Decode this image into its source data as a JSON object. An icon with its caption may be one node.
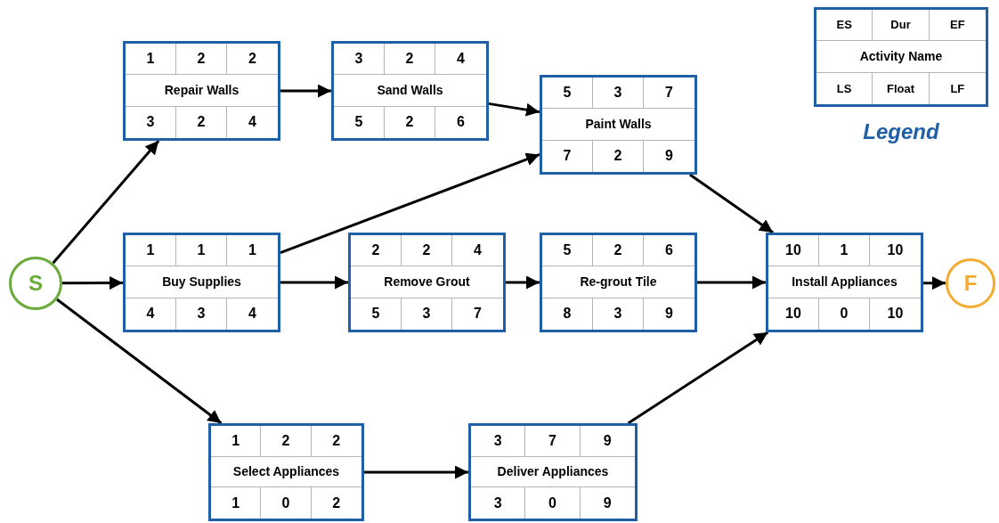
{
  "diagram": {
    "nodes": [
      {
        "text": [
          "S"
        ]
      },
      {
        "text": [
          "1",
          "2",
          "2",
          "Repair Walls",
          "3",
          "2",
          "4"
        ]
      },
      {
        "text": [
          "3",
          "2",
          "4",
          "Sand Walls",
          "5",
          "2",
          "6"
        ]
      },
      {
        "text": [
          "5",
          "3",
          "7",
          "Paint Walls",
          "7",
          "2",
          "9"
        ]
      },
      {
        "text": [
          "1",
          "1",
          "1",
          "Buy Supplies",
          "4",
          "3",
          "4"
        ]
      },
      {
        "text": [
          "2",
          "2",
          "4",
          "Remove Grout",
          "5",
          "3",
          "7"
        ]
      },
      {
        "text": [
          "5",
          "2",
          "6",
          "Re-grout Tile",
          "8",
          "3",
          "9"
        ]
      },
      {
        "text": [
          "10",
          "1",
          "10",
          "Install Appliances",
          "10",
          "0",
          "10"
        ]
      },
      {
        "text": [
          "F"
        ]
      },
      {
        "text": [
          "1",
          "2",
          "2",
          "Select Appliances",
          "1",
          "0",
          "2"
        ]
      },
      {
        "text": [
          "3",
          "7",
          "9",
          "Deliver Appliances",
          "3",
          "0",
          "9"
        ]
      },
      {
        "text": [
          "ES",
          "Dur",
          "EF",
          "Activity Name",
          "LS",
          "Float",
          "LF"
        ],
        "beside": [
          "Legend"
        ]
      }
    ],
    "edges": [
      {
        "from": 0,
        "to": 1,
        "arrow": "to"
      },
      {
        "from": 0,
        "to": 4,
        "arrow": "to"
      },
      {
        "from": 0,
        "to": 9,
        "arrow": "to"
      },
      {
        "from": 1,
        "to": 2,
        "arrow": "to"
      },
      {
        "from": 2,
        "to": 3,
        "arrow": "to"
      },
      {
        "from": 4,
        "to": 3,
        "arrow": "to"
      },
      {
        "from": 4,
        "to": 5,
        "arrow": "to"
      },
      {
        "from": 5,
        "to": 6,
        "arrow": "to"
      },
      {
        "from": 3,
        "to": 7,
        "arrow": "to"
      },
      {
        "from": 6,
        "to": 7,
        "arrow": "to"
      },
      {
        "from": 10,
        "to": 7,
        "arrow": "to"
      },
      {
        "from": 9,
        "to": 10,
        "arrow": "to"
      },
      {
        "from": 7,
        "to": 8,
        "arrow": "to"
      }
    ]
  }
}
